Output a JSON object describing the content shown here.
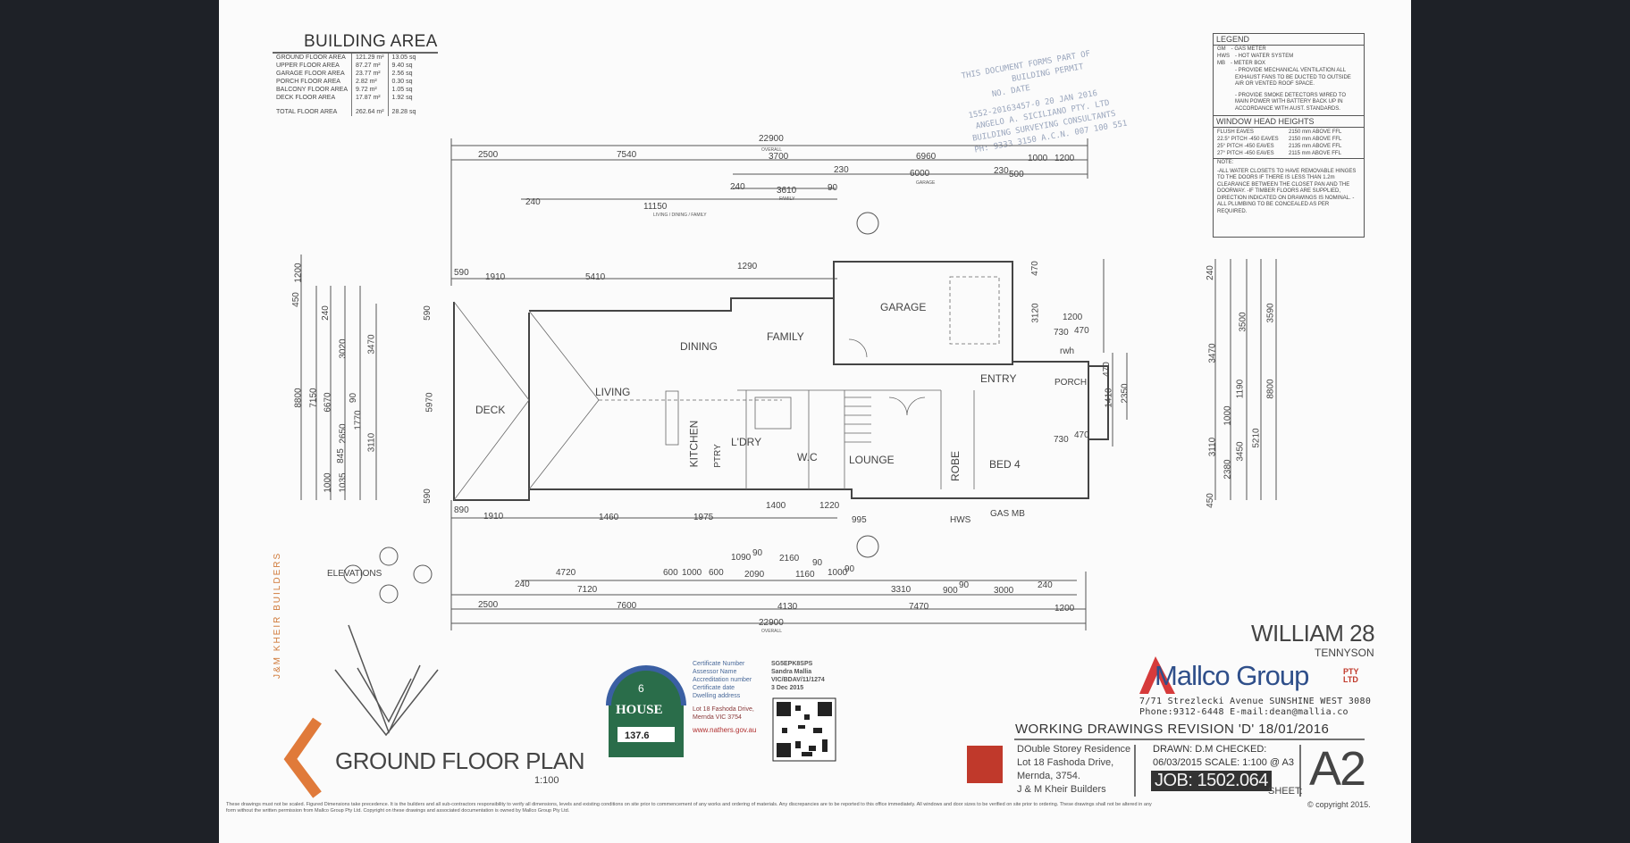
{
  "building_area": {
    "title": "BUILDING AREA",
    "rows": [
      {
        "label": "GROUND FLOOR AREA",
        "m2": "121.29 m²",
        "sq": "13.05 sq"
      },
      {
        "label": "UPPER FLOOR AREA",
        "m2": "87.27 m²",
        "sq": "9.40 sq"
      },
      {
        "label": "GARAGE FLOOR AREA",
        "m2": "23.77 m²",
        "sq": "2.56 sq"
      },
      {
        "label": "PORCH FLOOR AREA",
        "m2": "2.82 m²",
        "sq": "0.30 sq"
      },
      {
        "label": "BALCONY FLOOR AREA",
        "m2": "9.72 m²",
        "sq": "1.05 sq"
      },
      {
        "label": "DECK FLOOR AREA",
        "m2": "17.87 m²",
        "sq": "1.92 sq"
      }
    ],
    "total": {
      "label": "TOTAL FLOOR AREA",
      "m2": "262.64 m²",
      "sq": "28.28 sq"
    }
  },
  "stamp": {
    "line1": "THIS DOCUMENT FORMS PART OF",
    "line2": "BUILDING PERMIT",
    "line3": "NO.           DATE",
    "line4": "1552-20163457-0    20 JAN 2016",
    "line5": "ANGELO A. SICILIANO PTY. LTD",
    "line6": "BUILDING SURVEYING CONSULTANTS",
    "line7": "PH: 9333 3150  A.C.N. 007 100 551"
  },
  "legend": {
    "title": "LEGEND",
    "items": [
      {
        "code": "GM",
        "text": "- GAS METER"
      },
      {
        "code": "HWS",
        "text": "- HOT WATER SYSTEM"
      },
      {
        "code": "MB",
        "text": "- METER BOX"
      }
    ],
    "note_v": "- PROVIDE MECHANICAL VENTILATION ALL EXHAUST FANS TO BE DUCTED TO OUTSIDE AIR OR VENTED ROOF SPACE.",
    "note_s": "- PROVIDE SMOKE DETECTORS WIRED TO MAIN POWER WITH BATTERY BACK UP IN ACCORDANCE WITH AUST. STANDARDS.",
    "window_title": "WINDOW HEAD HEIGHTS",
    "window_rows": [
      {
        "k": "FLUSH EAVES",
        "v": "2150 mm ABOVE FFL"
      },
      {
        "k": "22.5° PITCH -450 EAVES",
        "v": "2150 mm ABOVE FFL"
      },
      {
        "k": "25° PITCH -450 EAVES",
        "v": "2135 mm ABOVE FFL"
      },
      {
        "k": "27° PITCH -450 EAVES",
        "v": "2115 mm ABOVE FFL"
      }
    ],
    "note_title": "NOTE:",
    "notes": "-ALL WATER CLOSETS TO HAVE REMOVABLE HINGES TO THE DOORS IF THERE IS LESS THAN 1.2m CLEARANCE BETWEEN THE CLOSET PAN AND THE DOORWAY. -IF TIMBER FLOORS ARE SUPPLIED, DIRECTION INDICATED ON DRAWINGS IS NOMINAL. -ALL PLUMBING TO BE CONCEALED AS PER REQUIRED."
  },
  "rooms": {
    "dining": "DINING",
    "family": "FAMILY",
    "garage": "GARAGE",
    "living": "LIVING",
    "deck": "DECK",
    "kitchen": "KITCHEN",
    "ldry": "L'DRY",
    "wc": "W.C",
    "lounge": "LOUNGE",
    "robe": "ROBE",
    "bed4": "BED 4",
    "entry": "ENTRY",
    "porch": "PORCH",
    "ptry": "PTRY",
    "hws": "HWS",
    "gas_mb": "GAS MB",
    "rwh": "rwh"
  },
  "dims": {
    "top1": "22900",
    "top1s": "OVERALL",
    "t2500": "2500",
    "t7540": "7540",
    "t3700": "3700",
    "t6960": "6960",
    "t1000": "1000",
    "t1200": "1200",
    "t230": "230",
    "t6000": "6000",
    "t6000s": "GARAGE",
    "t230b": "230",
    "t500": "500",
    "t240": "240",
    "t3610": "3610",
    "t3610s": "FAMILY",
    "t90": "90",
    "t240b": "240",
    "t11150": "11150",
    "t11150s": "LIVING / DINING / FAMILY",
    "t590": "590",
    "t1910": "1910",
    "t5410": "5410",
    "t1290": "1290",
    "b1910": "1910",
    "b1460": "1460",
    "b1975": "1975",
    "b1400": "1400",
    "b1220": "1220",
    "b995": "995",
    "b890": "890",
    "l8800": "8800",
    "l7150": "7150",
    "l6670": "6670",
    "l3020": "3020",
    "l3470": "3470",
    "l5970": "5970",
    "l450": "450",
    "l1200": "1200",
    "l240": "240",
    "l2650": "2650",
    "l1000": "1000",
    "l1035": "1035",
    "l845": "845",
    "l1770": "1770",
    "l3110": "3110",
    "l90": "90",
    "l590": "590",
    "l590b": "590",
    "r3590": "3590",
    "r3500": "3500",
    "r3470": "3470",
    "r8800": "8800",
    "r5210": "5210",
    "r3110": "3110",
    "r3450": "3450",
    "r2380": "2380",
    "r1190": "1190",
    "r1000": "1000",
    "r240": "240",
    "r450": "450",
    "g470": "470",
    "g3120": "3120",
    "g1200": "1200",
    "g730": "730",
    "g470b": "470",
    "g1410": "1410",
    "g2350": "2350",
    "g470c": "470",
    "g730b": "730",
    "g470d": "470",
    "u4720": "4720",
    "u600": "600",
    "u1000": "1000",
    "u600b": "600",
    "u1090": "1090",
    "u90": "90",
    "u2160": "2160",
    "u90b": "90",
    "u1000b": "1000",
    "u90c": "90",
    "u240": "240",
    "u7120": "7120",
    "u2090": "2090",
    "u1160": "1160",
    "u3310": "3310",
    "u900": "900",
    "u90d": "90",
    "u3000": "3000",
    "u240b": "240",
    "u2500": "2500",
    "u7600": "7600",
    "u4130": "4130",
    "u7470": "7470",
    "u1200": "1200",
    "u22900": "22900",
    "u22900s": "OVERALL"
  },
  "elevations_label": "ELEVATIONS",
  "plan_title": "GROUND FLOOR PLAN",
  "plan_scale": "1:100",
  "builder_vertical": "J&M KHEIR BUILDERS",
  "nathers": {
    "stars": "6",
    "house": "HOUSE",
    "value": "137.6",
    "url": "www.nathers.gov.au",
    "cert_labels": "Certificate Number\nAssessor Name\nAccreditation number\nCertificate date\nDwelling address",
    "cert_values": "SG5EPK8SPS\nSandra Mallia\nVIC/BDAV/11/1274\n3 Dec 2015",
    "address": "Lot 18 Fashoda Drive,\nMernda VIC 3754"
  },
  "model": {
    "name": "WILLIAM 28",
    "sub": "TENNYSON"
  },
  "company": {
    "name": "Mallco Group",
    "pty": "PTY\nLTD",
    "address": "7/71 Strezlecki Avenue SUNSHINE WEST 3080",
    "phone": "Phone:9312-6448 E-mail:dean@mallia.co"
  },
  "title_block": {
    "revision": "WORKING DRAWINGS REVISION 'D' 18/01/2016",
    "project": "DOuble Storey Residence\nLot 18 Fashoda Drive,\nMernda, 3754.\nJ & M Kheir Builders",
    "drawn": "DRAWN: D.M     CHECKED:",
    "date_scale": "06/03/2015  SCALE: 1:100 @ A3",
    "job": "JOB: 1502.064",
    "sheet_label": "SHEET:",
    "sheet": "A2",
    "copyright": "© copyright 2015."
  },
  "disclaimer": "These drawings must not be scaled. Figured Dimensions take precedence. It is the builders and all sub-contractors responsibility to verify all dimensions, levels and existing conditions on site prior to commencement of any works and ordering of materials. Any discrepancies are to be reported to this office immediately. All windows and door sizes to be verified on site prior to ordering. These drawings shall not be altered in any form without the written permission from Mallco Group Pty Ltd. Copyright on these drawings and associated documentation is owned by Mallco Group Pty Ltd."
}
